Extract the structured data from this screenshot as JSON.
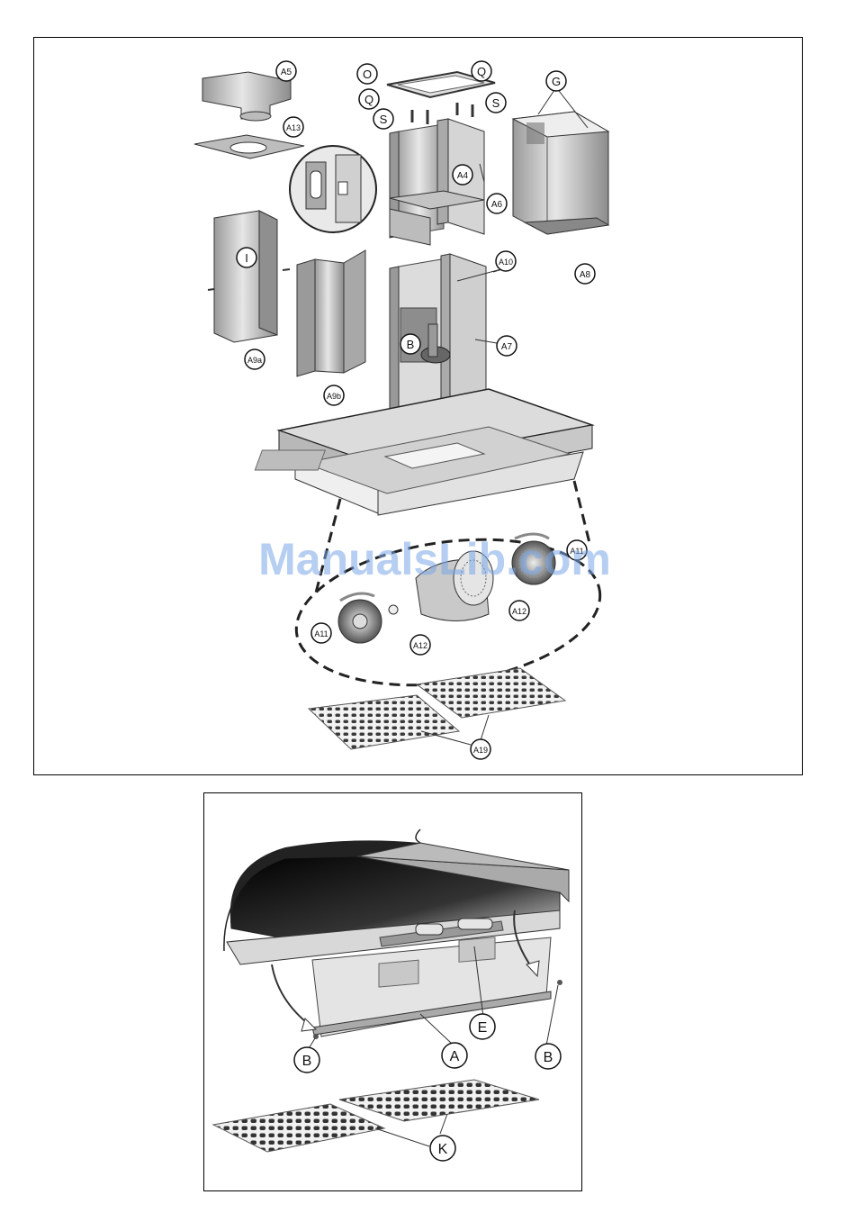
{
  "watermark": "ManualsLib.com",
  "colors": {
    "border": "#000000",
    "metal": "#c9c9c9",
    "metal_dark": "#8a8a8a",
    "watermark": "#7aa7e6"
  },
  "top_labels": {
    "A5": "A5",
    "A13": "A13",
    "O": "O",
    "Q1": "Q",
    "Q2": "Q",
    "S1": "S",
    "S2": "S",
    "G": "G",
    "A4": "A4",
    "A6": "A6",
    "A8": "A8",
    "I": "I",
    "A9a": "A9a",
    "A9b": "A9b",
    "A10": "A10",
    "B": "B",
    "A7": "A7",
    "A11a": "A11",
    "A11b": "A11",
    "A12a": "A12",
    "A12b": "A12",
    "A19": "A19"
  },
  "bottom_labels": {
    "B1": "B",
    "A": "A",
    "E": "E",
    "B2": "B",
    "K": "K"
  }
}
